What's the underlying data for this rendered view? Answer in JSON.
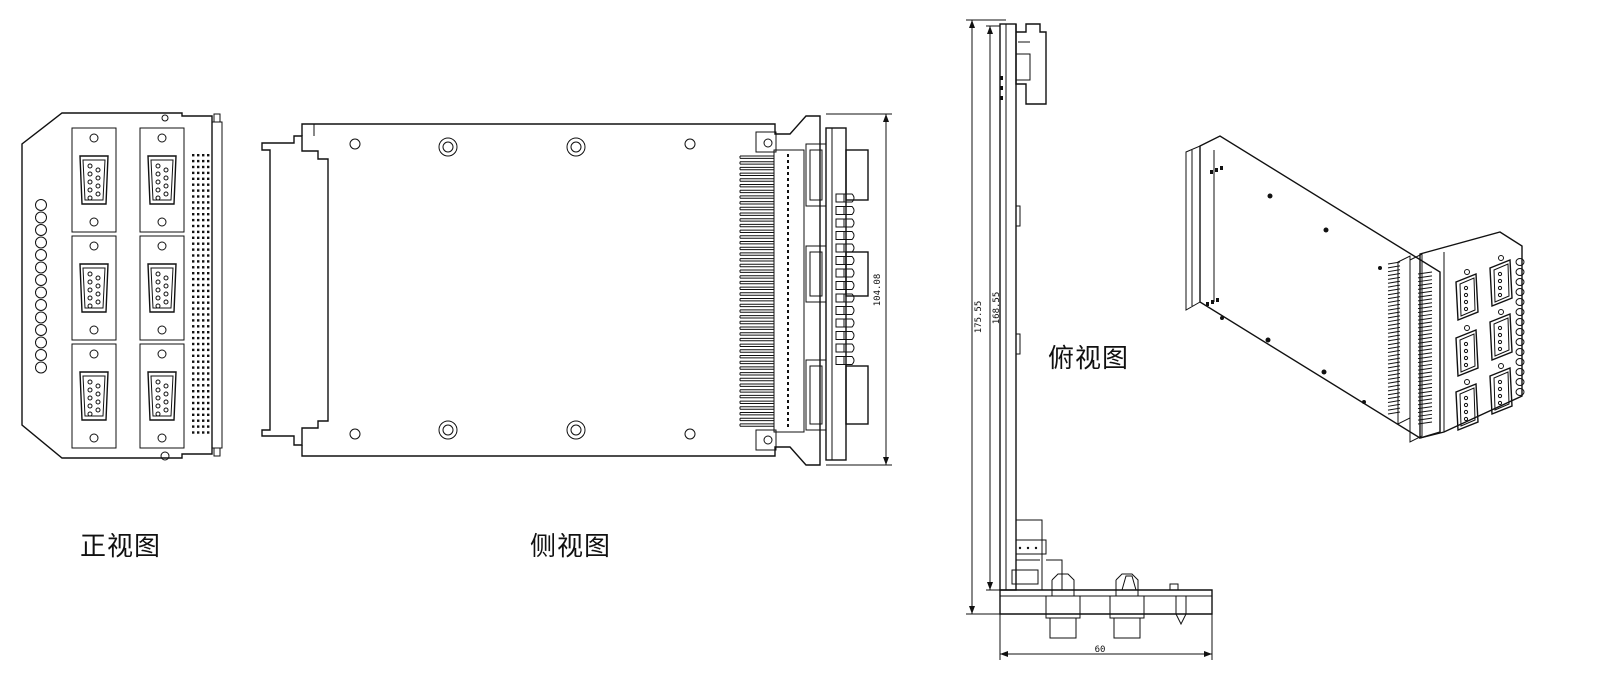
{
  "views": {
    "front_label": "正视图",
    "side_label": "侧视图",
    "top_label": "俯视图"
  },
  "dimensions": {
    "side_height": "104.08",
    "top_inner": "168.55",
    "top_outer": "175.55",
    "top_depth": "60"
  },
  "front_view": {
    "connector_count": 6,
    "led_count": 14
  },
  "side_view": {
    "mount_hole_count": 8,
    "pin_count": 48
  }
}
